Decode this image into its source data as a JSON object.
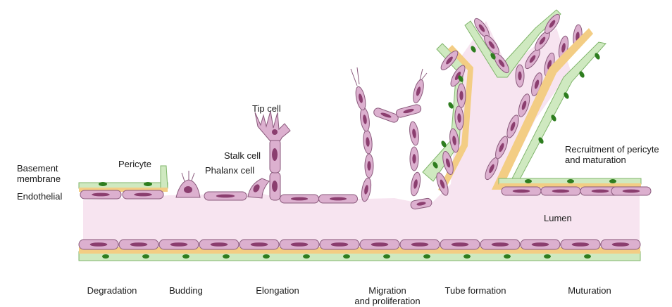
{
  "labels": {
    "basement_membrane": "Basement\nmembrane",
    "endothelial": "Endothelial",
    "pericyte": "Pericyte",
    "tip_cell": "Tip cell",
    "stalk_cell": "Stalk cell",
    "phalanx_cell": "Phalanx cell",
    "recruitment": "Recruitment of pericyte\nand maturation",
    "lumen": "Lumen"
  },
  "stages": [
    "Degradation",
    "Budding",
    "Elongation",
    "Migration\nand proliferation",
    "Tube formation",
    "Muturation"
  ],
  "colors": {
    "lumen": "#f7e4f0",
    "cell_fill": "#dcb0cf",
    "cell_stroke": "#8a5a7c",
    "nucleus": "#8b3e6f",
    "basement": "#f3cd84",
    "pericyte_fill": "#cfe9c0",
    "pericyte_stroke": "#7fb56a",
    "pericyte_nucleus": "#2e7d1f"
  }
}
